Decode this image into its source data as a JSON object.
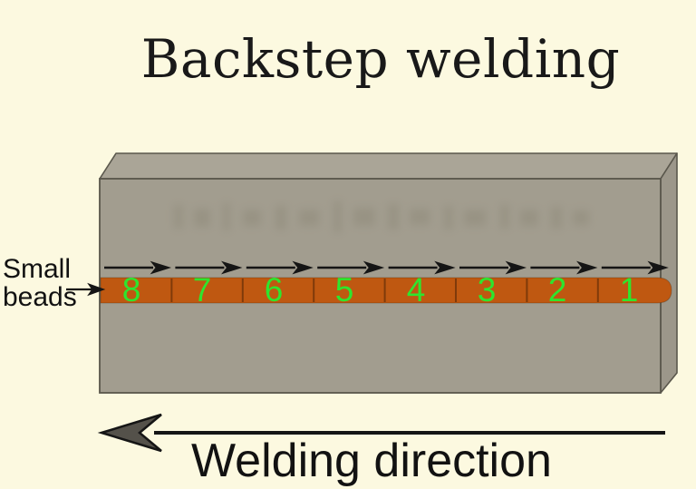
{
  "title": "Backstep welding",
  "labels": {
    "small_beads_line1": "Small",
    "small_beads_line2": "beads",
    "welding_direction": "Welding direction"
  },
  "beads": {
    "numbers": [
      "8",
      "7",
      "6",
      "5",
      "4",
      "3",
      "2",
      "1"
    ]
  },
  "icons": {
    "pass_arrow": "right-arrow",
    "welding_direction_arrow": "left-arrow",
    "small_beads_pointer": "right-arrow"
  },
  "colors": {
    "background": "#fcf9e0",
    "plate_front": "#a29d8f",
    "plate_top": "#aaa597",
    "plate_side": "#9c978a",
    "plate_edge": "#5a574c",
    "bead": "#bf5811",
    "bead_divider": "#7a3c0c",
    "number_green": "#2ee52e",
    "arrow_black": "#151515",
    "direction_arrowhead_fill": "#54514a",
    "text_black": "#121212"
  }
}
